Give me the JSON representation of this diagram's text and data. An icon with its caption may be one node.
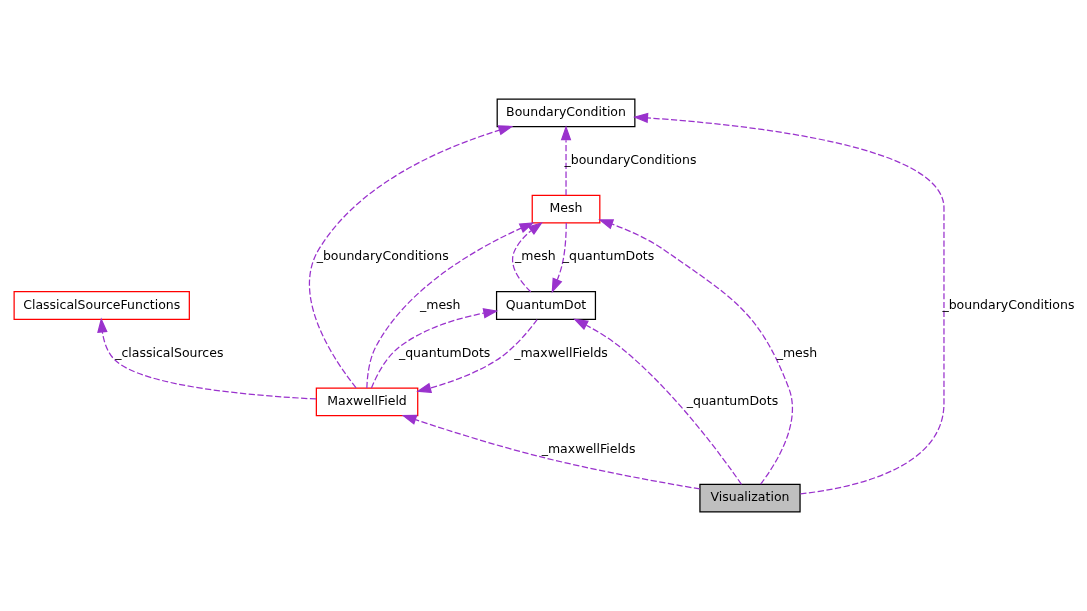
{
  "diagram": {
    "nodes": [
      {
        "text": [
          "BoundaryCondition"
        ]
      },
      {
        "text": [
          "ClassicalSourceFunctions"
        ]
      },
      {
        "text": [
          "MaxwellField"
        ]
      },
      {
        "text": [
          "QuantumDot"
        ]
      },
      {
        "text": [
          "Mesh"
        ]
      },
      {
        "text": [
          "Visualization"
        ]
      }
    ],
    "edges": [
      {
        "from": 5,
        "to": 0,
        "arrow": "to",
        "label": "_boundaryConditions",
        "style": "dashed"
      },
      {
        "from": 2,
        "to": 0,
        "arrow": "to",
        "label": "_boundaryConditions",
        "style": "dashed"
      },
      {
        "from": 2,
        "to": 1,
        "arrow": "to",
        "label": "_classicalSources",
        "style": "dashed"
      },
      {
        "from": 4,
        "to": 0,
        "arrow": "to",
        "label": "_boundaryConditions",
        "style": "dashed"
      },
      {
        "from": 2,
        "to": 3,
        "arrow": "to",
        "label": "_quantumDots",
        "style": "dashed"
      },
      {
        "from": 3,
        "to": 2,
        "arrow": "to",
        "label": "_maxwellFields",
        "style": "dashed"
      },
      {
        "from": 5,
        "to": 2,
        "arrow": "to",
        "label": "_maxwellFields",
        "style": "dashed"
      },
      {
        "from": 2,
        "to": 4,
        "arrow": "to",
        "label": "_mesh",
        "style": "dashed"
      },
      {
        "from": 3,
        "to": 4,
        "arrow": "to",
        "label": "_mesh",
        "style": "dashed"
      },
      {
        "from": 4,
        "to": 3,
        "arrow": "to",
        "label": "_quantumDots",
        "style": "dashed"
      },
      {
        "from": 5,
        "to": 3,
        "arrow": "to",
        "label": "_quantumDots",
        "style": "dashed"
      },
      {
        "from": 5,
        "to": 4,
        "arrow": "to",
        "label": "_mesh",
        "style": "dashed"
      }
    ]
  }
}
